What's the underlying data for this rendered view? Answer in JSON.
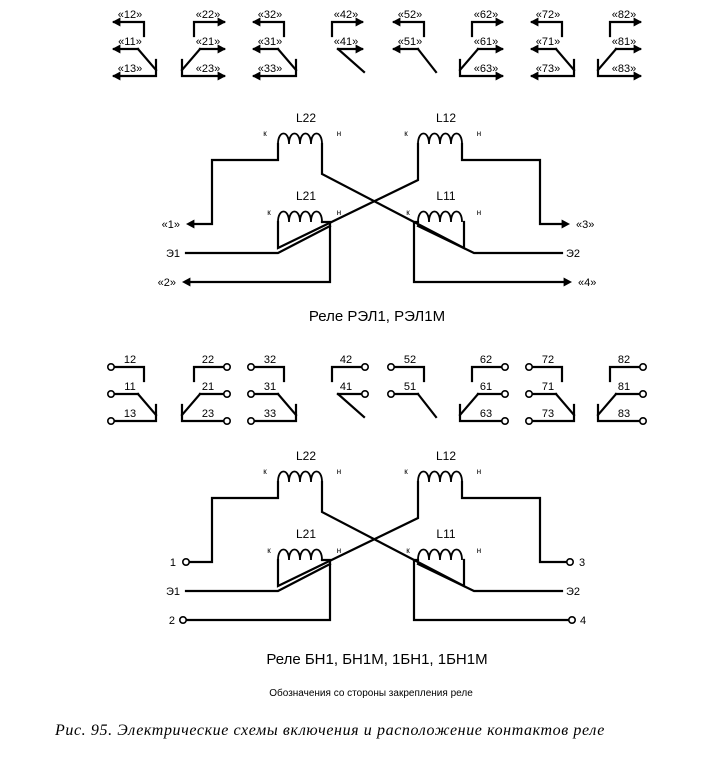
{
  "section_top": {
    "contacts": [
      {
        "top": "«12»",
        "mid": "«11»",
        "bot": "«13»",
        "style": "closed"
      },
      {
        "top": "«22»",
        "mid": "«21»",
        "bot": "«23»",
        "style": "open"
      },
      {
        "top": "«32»",
        "mid": "«31»",
        "bot": "«33»",
        "style": "open"
      },
      {
        "top": "«42»",
        "mid": "«41»",
        "bot": "",
        "style": "make"
      },
      {
        "top": "«52»",
        "mid": "«51»",
        "bot": "",
        "style": "break"
      },
      {
        "top": "«62»",
        "mid": "«61»",
        "bot": "«63»",
        "style": "open"
      },
      {
        "top": "«72»",
        "mid": "«71»",
        "bot": "«73»",
        "style": "closed"
      },
      {
        "top": "«82»",
        "mid": "«81»",
        "bot": "«83»",
        "style": "open"
      }
    ],
    "coils": {
      "L22": "L22",
      "L12": "L12",
      "L21": "L21",
      "L11": "L11",
      "k": "к",
      "n": "н"
    },
    "terminals": {
      "t1": "«1»",
      "t2": "«2»",
      "t3": "«3»",
      "t4": "«4»",
      "e1": "Э1",
      "e2": "Э2"
    },
    "title": "Реле РЭЛ1, РЭЛ1М"
  },
  "section_bottom": {
    "contacts": [
      {
        "top": "12",
        "mid": "11",
        "bot": "13",
        "style": "closed"
      },
      {
        "top": "22",
        "mid": "21",
        "bot": "23",
        "style": "open"
      },
      {
        "top": "32",
        "mid": "31",
        "bot": "33",
        "style": "open"
      },
      {
        "top": "42",
        "mid": "41",
        "bot": "",
        "style": "make"
      },
      {
        "top": "52",
        "mid": "51",
        "bot": "",
        "style": "break"
      },
      {
        "top": "62",
        "mid": "61",
        "bot": "63",
        "style": "open"
      },
      {
        "top": "72",
        "mid": "71",
        "bot": "73",
        "style": "closed"
      },
      {
        "top": "82",
        "mid": "81",
        "bot": "83",
        "style": "open"
      }
    ],
    "coils": {
      "L22": "L22",
      "L12": "L12",
      "L21": "L21",
      "L11": "L11",
      "k": "к",
      "n": "н"
    },
    "terminals": {
      "t1": "1",
      "t2": "2",
      "t3": "3",
      "t4": "4",
      "e1": "Э1",
      "e2": "Э2"
    },
    "title": "Реле БН1, БН1М, 1БН1, 1БН1М"
  },
  "note": "Обозначения со стороны закрепления реле",
  "caption": "Рис. 95. Электрические схемы включения и расположение контактов реле"
}
